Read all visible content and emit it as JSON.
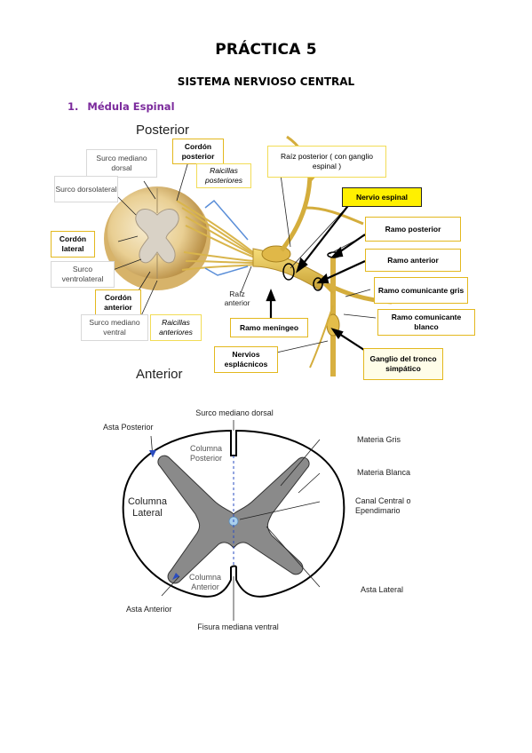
{
  "page": {
    "title": "PRÁCTICA 5",
    "subtitle": "SISTEMA NERVIOSO CENTRAL",
    "section_number": "1.",
    "section_title": "Médula Espinal"
  },
  "figure1": {
    "posterior": "Posterior",
    "anterior": "Anterior",
    "labels": {
      "surco_mediano_dorsal": "Surco mediano dorsal",
      "cordon_posterior": "Cordón posterior",
      "surco_dorsolateral": "Surco dorsolateral",
      "cordon_lateral": "Cordón lateral",
      "surco_ventrolateral": "Surco ventrolateral",
      "cordon_anterior": "Cordón anterior",
      "surco_mediano_ventral": "Surco mediano ventral",
      "raicillas_posteriores": "Raicillas posteriores",
      "raicillas_anteriores": "Raicillas anteriores",
      "raiz_posterior": "Raíz posterior ( con ganglio espinal )",
      "raiz_anterior": "Raíz anterior",
      "nervio_espinal": "Nervio espinal",
      "ramo_posterior": "Ramo posterior",
      "ramo_anterior": "Ramo anterior",
      "ramo_comunicante_gris": "Ramo comunicante gris",
      "ramo_comunicante_blanco": "Ramo comunicante blanco",
      "ramo_meningeo": "Ramo meníngeo",
      "nervios_esplacnicos": "Nervios esplácnicos",
      "ganglio_tronco": "Ganglio del tronco simpático"
    }
  },
  "figure2": {
    "labels": {
      "surco_mediano_dorsal": "Surco mediano dorsal",
      "asta_posterior": "Asta Posterior",
      "columna_posterior": "Columna Posterior",
      "materia_gris": "Materia Gris",
      "materia_blanca": "Materia Blanca",
      "columna_lateral": "Columna Lateral",
      "canal_central": "Canal Central o Ependimario",
      "columna_anterior": "Columna Anterior",
      "asta_lateral": "Asta Lateral",
      "asta_anterior": "Asta Anterior",
      "fisura_mediana_ventral": "Fisura mediana ventral"
    }
  }
}
